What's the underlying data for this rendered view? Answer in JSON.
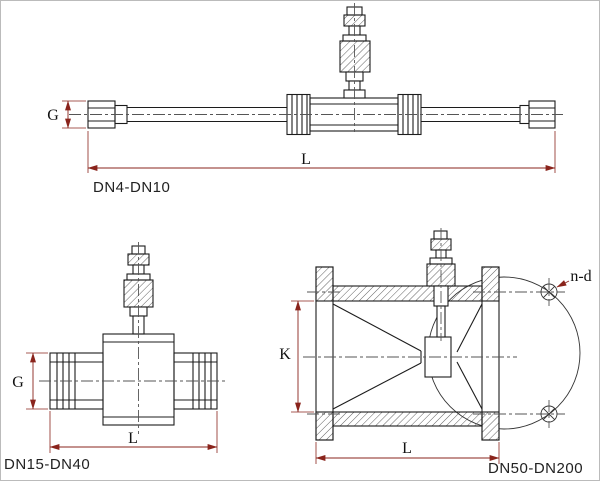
{
  "colors": {
    "drawing_line": "#1c1c1c",
    "dimension_line": "#8a241c",
    "centerline": "#555555",
    "background": "#ffffff"
  },
  "figures": {
    "dn4_dn10": {
      "label": "DN4-DN10",
      "dims": {
        "g": "G",
        "l": "L"
      }
    },
    "dn15_dn40": {
      "label": "DN15-DN40",
      "dims": {
        "g": "G",
        "l": "L"
      }
    },
    "dn50_dn200": {
      "label": "DN50-DN200",
      "dims": {
        "k": "K",
        "l": "L",
        "bolt_holes": "n-d"
      }
    }
  }
}
